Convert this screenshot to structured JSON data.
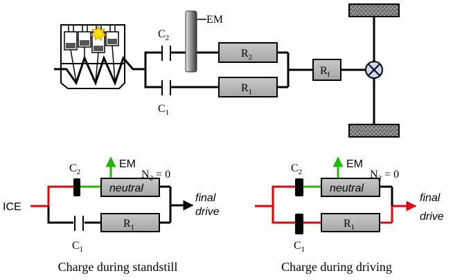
{
  "top": {
    "c2": "C",
    "c2_sub": "2",
    "c1": "C",
    "c1_sub": "1",
    "em": "EM",
    "r2": "R",
    "r2_sub": "2",
    "r1": "R",
    "r1_sub": "1",
    "rf": "R",
    "rf_sub": "f"
  },
  "left": {
    "ice": "ICE",
    "c2": "C",
    "c2_sub": "2",
    "c1": "C",
    "c1_sub": "1",
    "em": "EM",
    "n2_a": "N",
    "n2_sub": "2",
    "n2_b": " = 0",
    "neutral": "neutral",
    "r1": "R",
    "r1_sub": "1",
    "final1": "final",
    "final2": "drive",
    "caption": "Charge during standstill"
  },
  "right": {
    "c2": "C",
    "c2_sub": "2",
    "c1": "C",
    "c1_sub": "1",
    "em": "EM",
    "n2_a": "N",
    "n2_sub": "2",
    "n2_b": " = 0",
    "neutral": "neutral",
    "r1": "R",
    "r1_sub": "1",
    "final1": "final",
    "final2": "drive",
    "caption": "Charge during driving"
  },
  "colors": {
    "line": "#000000",
    "power": "#e8000b",
    "em_path": "#1fb800",
    "box_fill": "#b4b4b4",
    "wheel": "#8a8a8a",
    "spark": "#ffe000"
  }
}
